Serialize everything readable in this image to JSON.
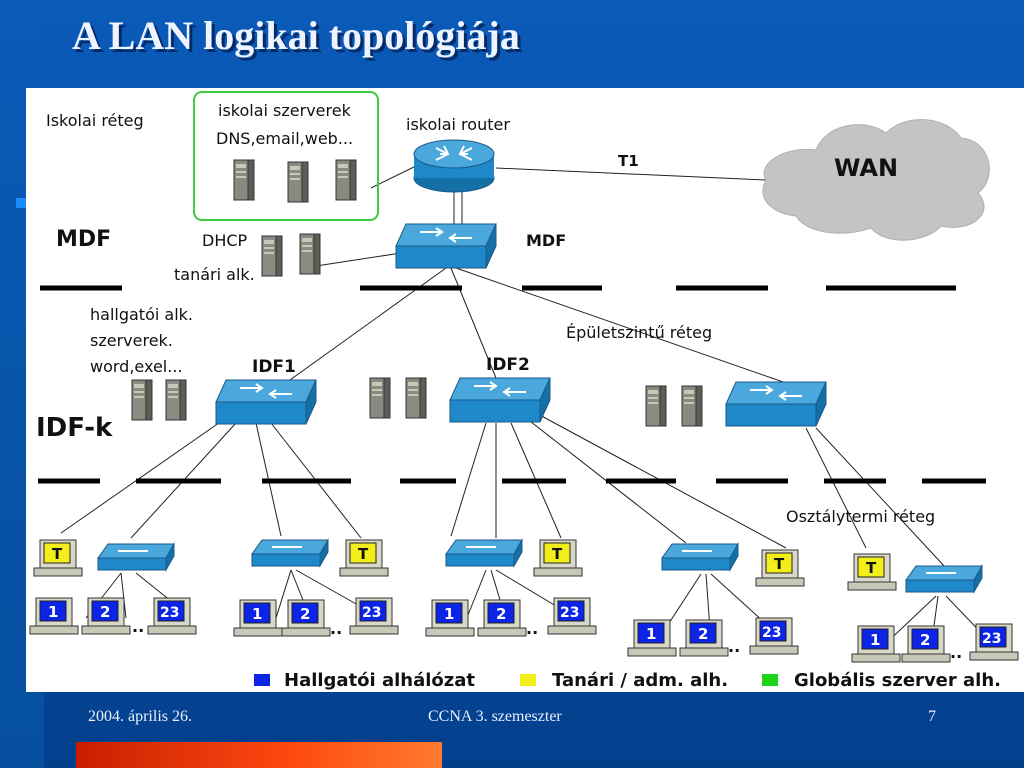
{
  "slide": {
    "title": "A LAN logikai topológiája",
    "footer_date": "2004. április 26.",
    "footer_course": "CCNA 3. szemeszter",
    "footer_page": "7"
  },
  "diagram": {
    "labels": {
      "iskolai_reteg": "Iskolai réteg",
      "servers_line1": "iskolai szerverek",
      "servers_line2": "DNS,email,web...",
      "router": "iskolai router",
      "t1": "T1",
      "wan": "WAN",
      "mdf_left": "MDF",
      "mdf_switch": "MDF",
      "dhcp": "DHCP",
      "tanari": "tanári alk.",
      "halg_line1": "hallgatói alk.",
      "halg_line2": "szerverek.",
      "halg_line3": "word,exel...",
      "epuletszintu": "Épületszintű réteg",
      "idf1": "IDF1",
      "idf2": "IDF2",
      "idfk": "IDF-k",
      "osztalytermi": "Osztálytermi réteg",
      "pc_t": "T",
      "pc_1": "1",
      "pc_2": "2",
      "pc_23": "23",
      "dots": ".."
    },
    "legend": [
      {
        "label": "Hallgatói alhálózat",
        "color": "#0b24e6"
      },
      {
        "label": "Tanári / adm. alh.",
        "color": "#f2ee1a"
      },
      {
        "label": "Globális szerver alh.",
        "color": "#1cd41c"
      }
    ]
  }
}
